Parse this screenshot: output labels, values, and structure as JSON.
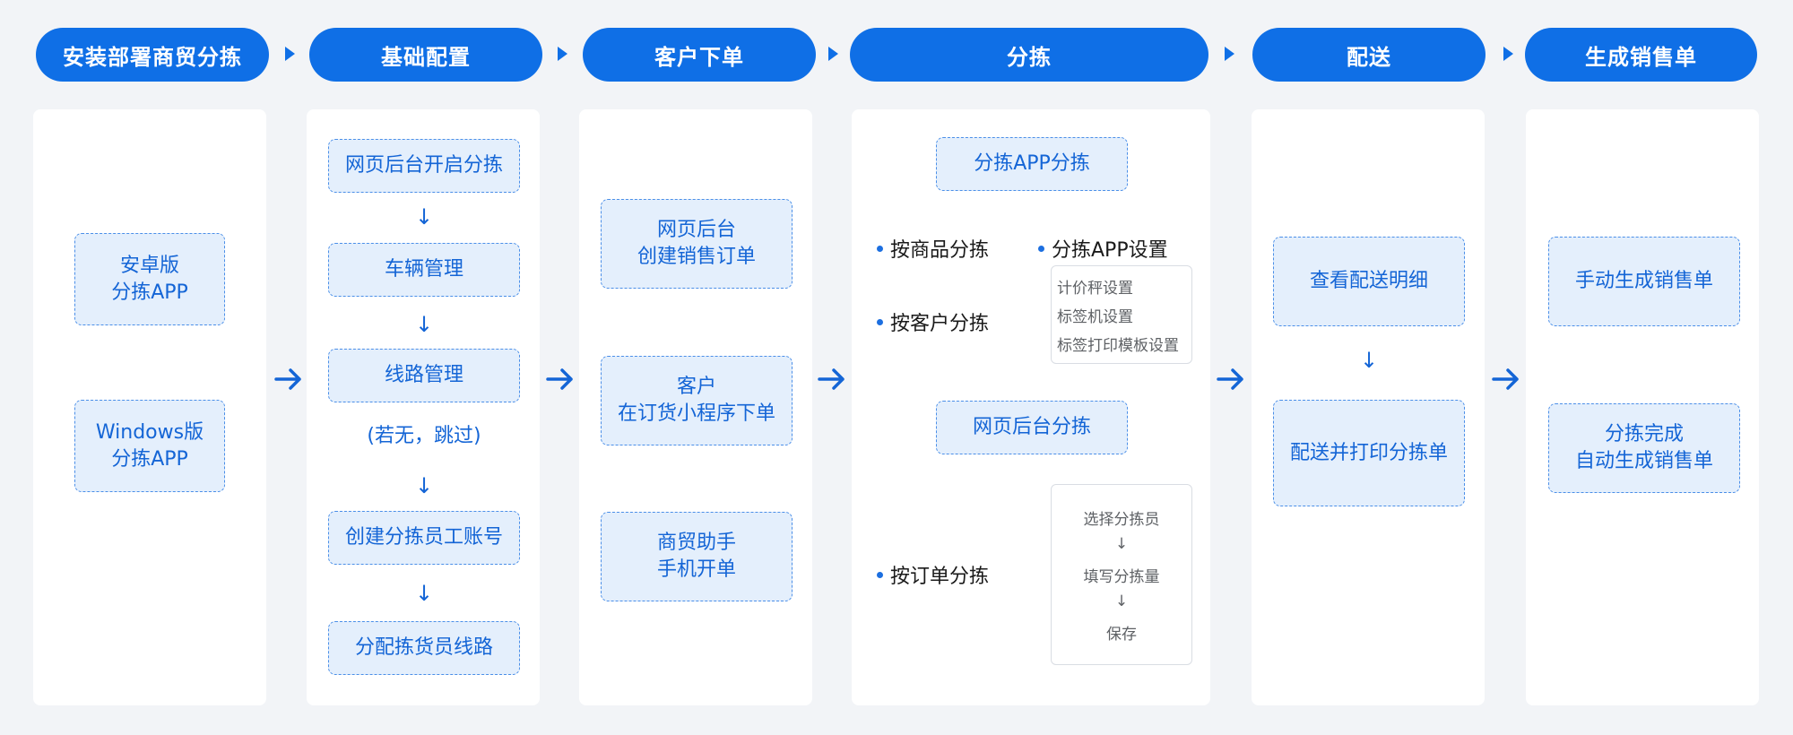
{
  "stages": [
    {
      "title": "安装部署商贸分拣"
    },
    {
      "title": "基础配置"
    },
    {
      "title": "客户下单"
    },
    {
      "title": "分拣"
    },
    {
      "title": "配送"
    },
    {
      "title": "生成销售单"
    }
  ],
  "install": {
    "android": "安卓版\n分拣APP",
    "windows": "Windows版\n分拣APP"
  },
  "config": {
    "steps": [
      "网页后台开启分拣",
      "车辆管理",
      "线路管理",
      "创建分拣员工账号",
      "分配拣货员线路"
    ],
    "skip_note": "(若无，跳过)",
    "arrow": "↓"
  },
  "order": {
    "items": [
      "网页后台\n创建销售订单",
      "客户\n在订货小程序下单",
      "商贸助手\n手机开单"
    ]
  },
  "sorting": {
    "app_title": "分拣APP分拣",
    "by_product": "按商品分拣",
    "by_customer": "按客户分拣",
    "app_settings_title": "分拣APP设置",
    "app_settings": [
      "计价秤设置",
      "标签机设置",
      "标签打印模板设置"
    ],
    "web_title": "网页后台分拣",
    "by_order": "按订单分拣",
    "order_steps": [
      "选择分拣员",
      "↓",
      "填写分拣量",
      "↓",
      "保存"
    ]
  },
  "delivery": {
    "view": "查看配送明细",
    "print": "配送并打印分拣单",
    "arrow": "↓"
  },
  "sales": {
    "manual": "手动生成销售单",
    "auto": "分拣完成\n自动生成销售单"
  },
  "colors": {
    "accent": "#0f6fe6",
    "box_fill": "#e4effc",
    "box_border": "#4b8fe8",
    "background": "#f2f4f7"
  }
}
